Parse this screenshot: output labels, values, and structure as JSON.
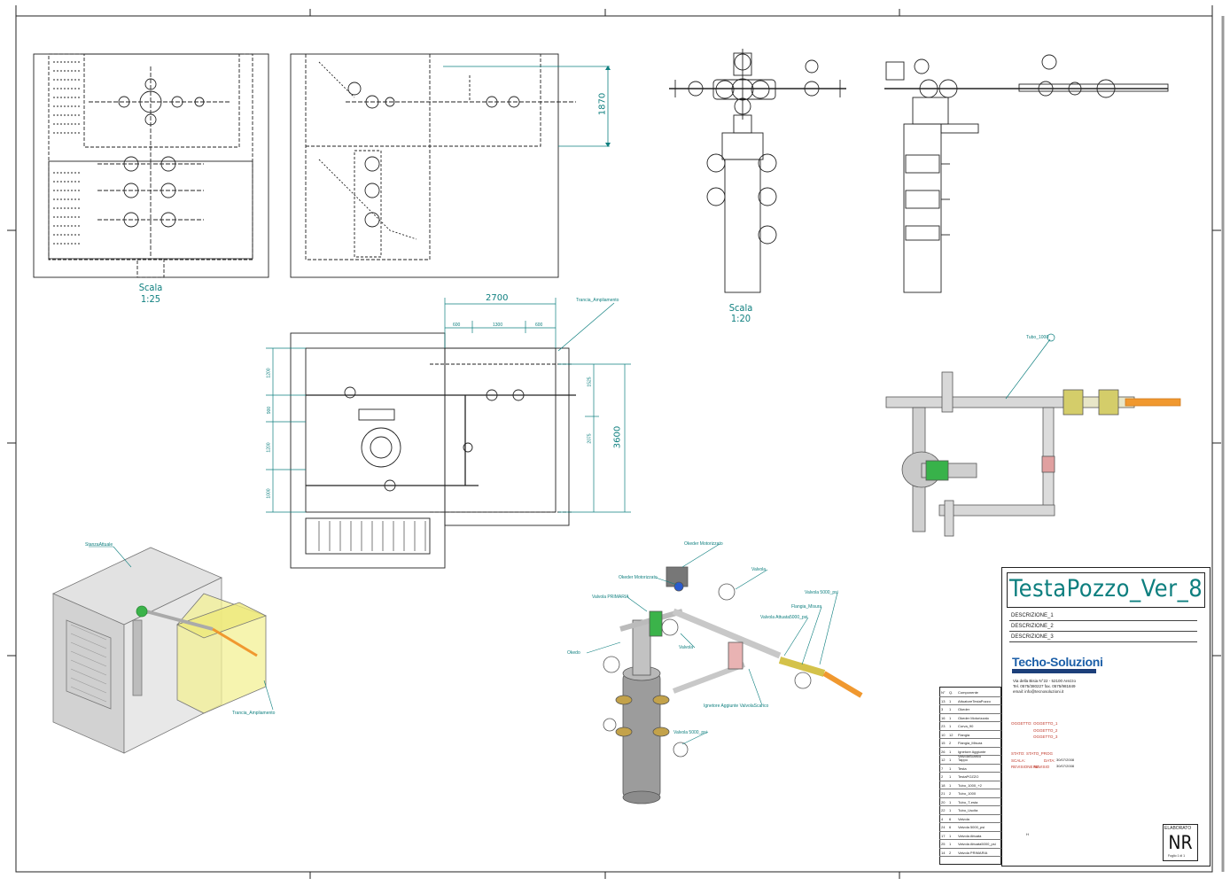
{
  "title_block": {
    "title": "TestaPozzo_Ver_8",
    "descriptions": [
      "DESCRIZIONE_1",
      "DESCRIZIONE_2",
      "DESCRIZIONE_3"
    ],
    "company": "Techo-Soluzioni",
    "address_lines": [
      "Via della Bisia N°22 - 52100 Arezzo",
      "Tel. 0575/380227  fax. 0575/981849",
      "email: info@tecnosoluzioni.it"
    ],
    "oggetto_label": "OGGETTO:",
    "oggetti": [
      "OGGETTO_1",
      "OGGETTO_2",
      "OGGETTO_3"
    ],
    "stato_label": "STATO:",
    "stato_value": "STATO_PROG",
    "scala_label": "SCALA:",
    "data_label": "DATA:",
    "data_value": "30/07/2008",
    "revisione_label": "REVISIONE No.",
    "revisione_value": "REVISIO",
    "revisione_data": "30/07/2008",
    "elaborato_label": "ELABORATO",
    "elaborato_value": "NR",
    "foglio": "Foglio 1 di 1",
    "small_note": "H"
  },
  "views": {
    "plan_left_scale_label": "Scala",
    "plan_left_scale_value": "1:25",
    "elevation_scale_label": "Scala",
    "elevation_scale_value": "1:20"
  },
  "dimensions": {
    "d1870": "1870",
    "d2700": "2700",
    "d3600": "3600",
    "sub_top": [
      "600",
      "1300",
      "600"
    ],
    "sub_left": [
      "1200",
      "900",
      "1200",
      "1000"
    ],
    "sub_right": [
      "1525",
      "2075"
    ],
    "tie_label": "Trancia_Ampliamento"
  },
  "callouts_pipe": {
    "tube": "Tubo_1000"
  },
  "callouts_3d": [
    "Okeder Motorizzato",
    "Okeder Motorizzato",
    "Valvola PRIMARIA",
    "Valvola",
    "Valvola 5000_psi",
    "Flangia_Misura",
    "Valvola Attuata5000_psi",
    "Valvola",
    "Okedo",
    "Ignetore Aggiunte ValvolaScarico",
    "Valvola 5000_psi"
  ],
  "callouts_box": [
    "StanzaAttuale",
    "Trancia_Ampliamento"
  ],
  "bom": {
    "headers": [
      "N°",
      "Q.",
      "Componente"
    ],
    "rows": [
      [
        "13",
        "1",
        "AttuatoreTestaPozzo"
      ],
      [
        "3",
        "1",
        "Okeder"
      ],
      [
        "16",
        "1",
        "Okeder Motorizzato"
      ],
      [
        "23",
        "1",
        "Curva_90"
      ],
      [
        "10",
        "12",
        "Flangia"
      ],
      [
        "15",
        "2",
        "Flangia_Misura"
      ],
      [
        "26",
        "1",
        "Ignetore Aggiunte ValvolaScarico"
      ],
      [
        "12",
        "1",
        "Tappo"
      ],
      [
        "7",
        "1",
        "Testa"
      ],
      [
        "2",
        "1",
        "TestaPOZZO"
      ],
      [
        "18",
        "1",
        "Tubo_1000_+2"
      ],
      [
        "21",
        "2",
        "Tubo_1000"
      ],
      [
        "20",
        "1",
        "Tubo_T-esta"
      ],
      [
        "22",
        "1",
        "Tubo_Uscita"
      ],
      [
        "4",
        "6",
        "Valvola"
      ],
      [
        "24",
        "6",
        "Valvola 5000_psi"
      ],
      [
        "17",
        "1",
        "Valvola Attuata"
      ],
      [
        "25",
        "1",
        "Valvola Attuata5000_psi"
      ],
      [
        "14",
        "2",
        "Valvola PRIMARIA"
      ]
    ]
  }
}
